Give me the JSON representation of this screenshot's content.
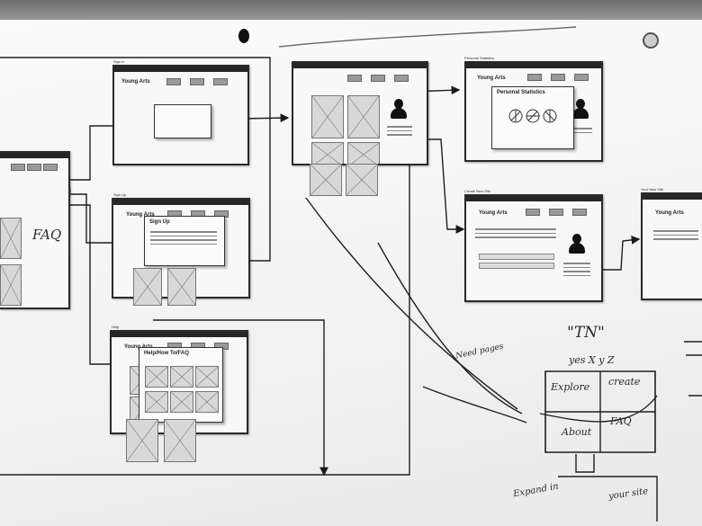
{
  "photo": {
    "brand": "Young Arts",
    "headings": {
      "sign_in": "Sign In",
      "sign_up": "Sign Up",
      "help": "Help",
      "personal_statistics_page": "Personal Statistics",
      "personal_statistics_dialog": "Personal Statistics",
      "create_new_site": "Create New Site",
      "your_new_site": "Your New Site",
      "sign_up_dialog": "Sign Up",
      "help_faq_dialog": "Help/How To/FAQ"
    },
    "handwritten": {
      "faq_left": "FAQ",
      "tn": "\"TN\"",
      "yes_xyz": "yes X y Z",
      "explore": "Explore",
      "create": "create",
      "about": "About",
      "faq_grid": "FAQ",
      "need_pages": "Need pages",
      "expand_in": "Expand in",
      "your_site": "your site"
    }
  }
}
